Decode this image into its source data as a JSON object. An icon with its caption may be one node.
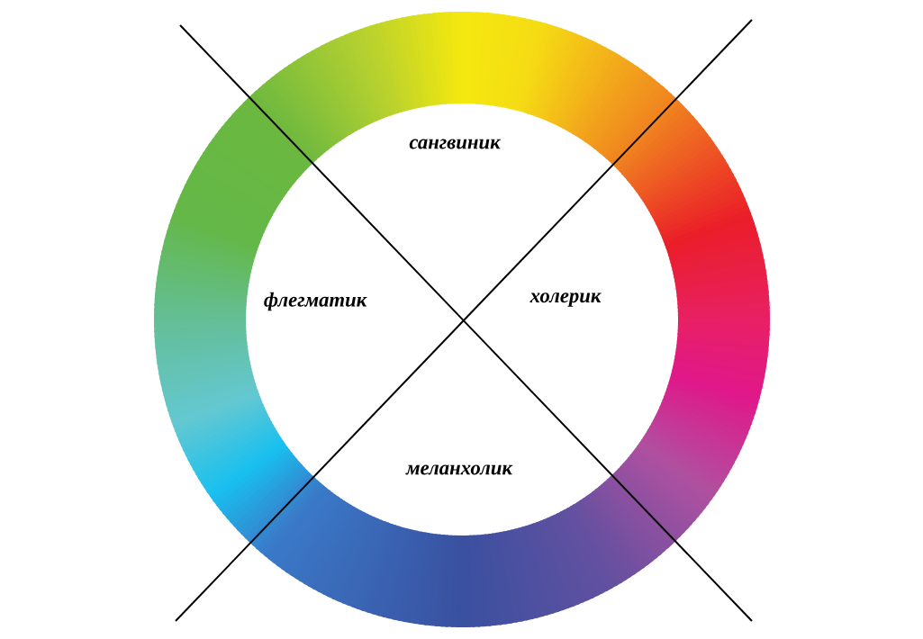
{
  "diagram": {
    "labels": [
      "сангвиник",
      "флегматик",
      "холерик",
      "меланхолик"
    ]
  }
}
